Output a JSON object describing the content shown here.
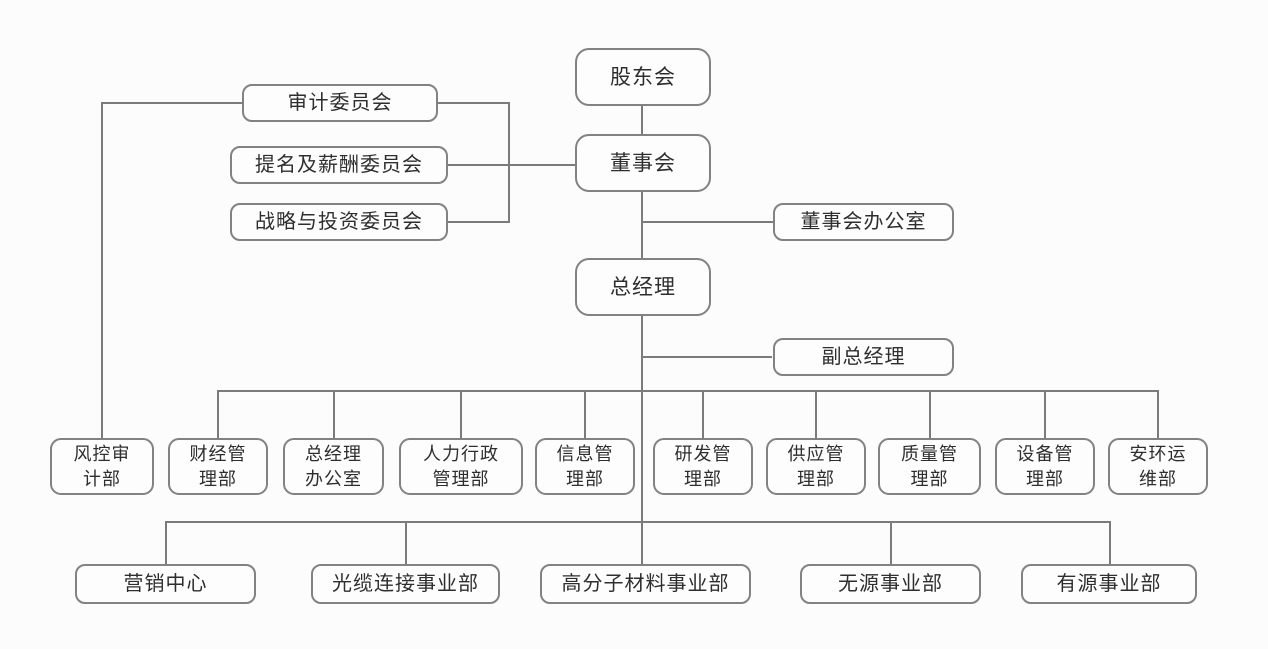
{
  "diagram": {
    "type": "org-chart",
    "language": "zh-CN",
    "colors": {
      "background": "#fcfcfc",
      "box_fill": "#fdfdfd",
      "box_border": "#828282",
      "line": "#7b7b7b",
      "text": "#2e2e2e"
    },
    "nodes": {
      "shareholders": {
        "label": "股东会"
      },
      "board": {
        "label": "董事会"
      },
      "audit_committee": {
        "label": "审计委员会"
      },
      "nomination_committee": {
        "label": "提名及薪酬委员会"
      },
      "strategy_committee": {
        "label": "战略与投资委员会"
      },
      "board_office": {
        "label": "董事会办公室"
      },
      "general_manager": {
        "label": "总经理"
      },
      "deputy_gm": {
        "label": "副总经理"
      },
      "risk_audit": {
        "label": "风控审\n计部"
      },
      "finance": {
        "label": "财经管\n理部"
      },
      "gm_office": {
        "label": "总经理\n办公室"
      },
      "hr_admin": {
        "label": "人力行政\n管理部"
      },
      "information": {
        "label": "信息管\n理部"
      },
      "rnd": {
        "label": "研发管\n理部"
      },
      "supply": {
        "label": "供应管\n理部"
      },
      "quality": {
        "label": "质量管\n理部"
      },
      "equipment": {
        "label": "设备管\n理部"
      },
      "safety_ops": {
        "label": "安环运\n维部"
      },
      "marketing_center": {
        "label": "营销中心"
      },
      "optical_cable_bu": {
        "label": "光缆连接事业部"
      },
      "polymer_bu": {
        "label": "高分子材料事业部"
      },
      "passive_bu": {
        "label": "无源事业部"
      },
      "active_bu": {
        "label": "有源事业部"
      }
    },
    "edges": [
      {
        "from": "shareholders",
        "to": "board"
      },
      {
        "from": "board",
        "to": "audit_committee"
      },
      {
        "from": "board",
        "to": "nomination_committee"
      },
      {
        "from": "board",
        "to": "strategy_committee"
      },
      {
        "from": "board",
        "to": "board_office"
      },
      {
        "from": "board",
        "to": "general_manager"
      },
      {
        "from": "audit_committee",
        "to": "risk_audit"
      },
      {
        "from": "general_manager",
        "to": "deputy_gm"
      },
      {
        "from": "general_manager",
        "to": "finance"
      },
      {
        "from": "general_manager",
        "to": "gm_office"
      },
      {
        "from": "general_manager",
        "to": "hr_admin"
      },
      {
        "from": "general_manager",
        "to": "information"
      },
      {
        "from": "general_manager",
        "to": "rnd"
      },
      {
        "from": "general_manager",
        "to": "supply"
      },
      {
        "from": "general_manager",
        "to": "quality"
      },
      {
        "from": "general_manager",
        "to": "equipment"
      },
      {
        "from": "general_manager",
        "to": "safety_ops"
      },
      {
        "from": "general_manager",
        "to": "marketing_center"
      },
      {
        "from": "general_manager",
        "to": "optical_cable_bu"
      },
      {
        "from": "general_manager",
        "to": "polymer_bu"
      },
      {
        "from": "general_manager",
        "to": "passive_bu"
      },
      {
        "from": "general_manager",
        "to": "active_bu"
      }
    ]
  }
}
